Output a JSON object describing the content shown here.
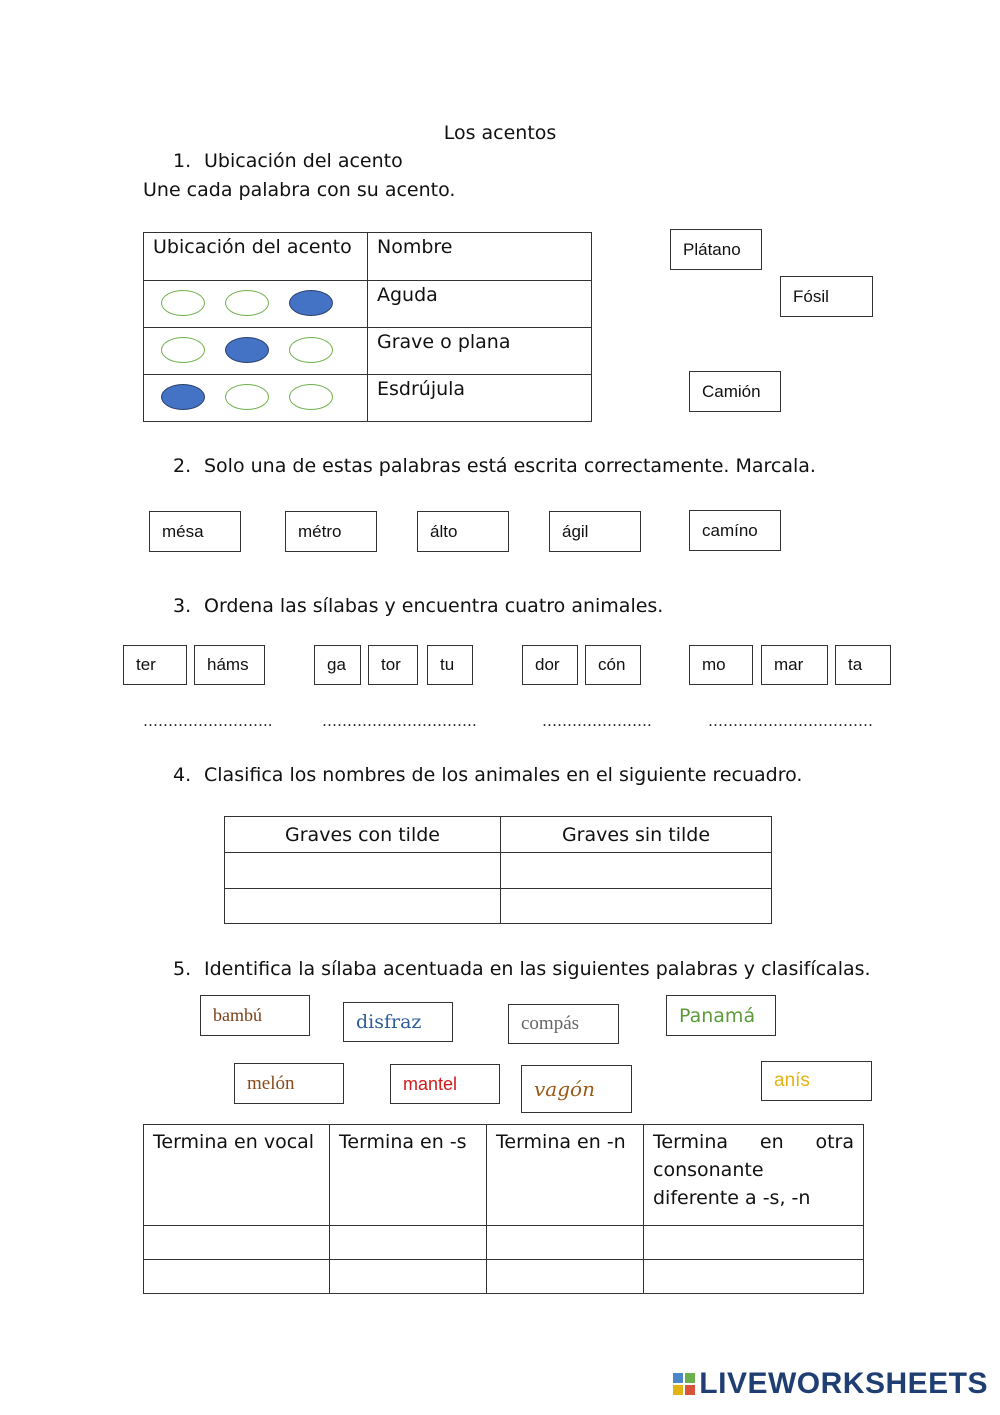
{
  "title": "Los acentos",
  "section1": {
    "heading_num": "1.",
    "heading": "Ubicación del acento",
    "instruction": "Une cada palabra con su acento.",
    "table_headers": [
      "Ubicación del acento",
      "Nombre"
    ],
    "rows": [
      {
        "pattern": [
          0,
          0,
          1
        ],
        "name": "Aguda"
      },
      {
        "pattern": [
          0,
          1,
          0
        ],
        "name": "Grave o plana"
      },
      {
        "pattern": [
          1,
          0,
          0
        ],
        "name": "Esdrújula"
      }
    ],
    "words": [
      "Plátano",
      "Fósil",
      "Camión"
    ]
  },
  "section2": {
    "heading_num": "2.",
    "heading": "Solo una de estas palabras está escrita correctamente. Marcala.",
    "words": [
      "mésa",
      "métro",
      "álto",
      "ágil",
      "camíno"
    ]
  },
  "section3": {
    "heading_num": "3.",
    "heading": "Ordena las sílabas y encuentra cuatro animales.",
    "syllables": [
      "ter",
      "háms",
      "ga",
      "tor",
      "tu",
      "dor",
      "cón",
      "mo",
      "mar",
      "ta"
    ],
    "blanks": [
      "……………………..",
      "………………………….",
      "………………….",
      "……………………………"
    ]
  },
  "section4": {
    "heading_num": "4.",
    "heading": "Clasifica los nombres de los animales en el siguiente recuadro.",
    "table_headers": [
      "Graves con tilde",
      "Graves sin tilde"
    ]
  },
  "section5": {
    "heading_num": "5.",
    "heading": "Identifica la sílaba acentuada en las siguientes palabras y clasifícalas.",
    "words": [
      {
        "text": "bambú",
        "color": "#7b3f16"
      },
      {
        "text": "disfraz",
        "color": "#2e5c9a"
      },
      {
        "text": "compás",
        "color": "#666666"
      },
      {
        "text": "Panamá",
        "color": "#5b9b3a"
      },
      {
        "text": "melón",
        "color": "#8a4a1a"
      },
      {
        "text": "mantel",
        "color": "#d01b1b"
      },
      {
        "text": "vagón",
        "color": "#9a5a16"
      },
      {
        "text": "anís",
        "color": "#e2b315"
      }
    ],
    "table_headers": [
      "Termina en vocal",
      "Termina en -s",
      "Termina en -n",
      "Termina en otra consonante diferente a -s, -n"
    ]
  },
  "logo": {
    "text": "LIVEWORKSHEETS",
    "colors": [
      "#4a86c8",
      "#6cb04b",
      "#e2b315",
      "#d9533b"
    ]
  }
}
